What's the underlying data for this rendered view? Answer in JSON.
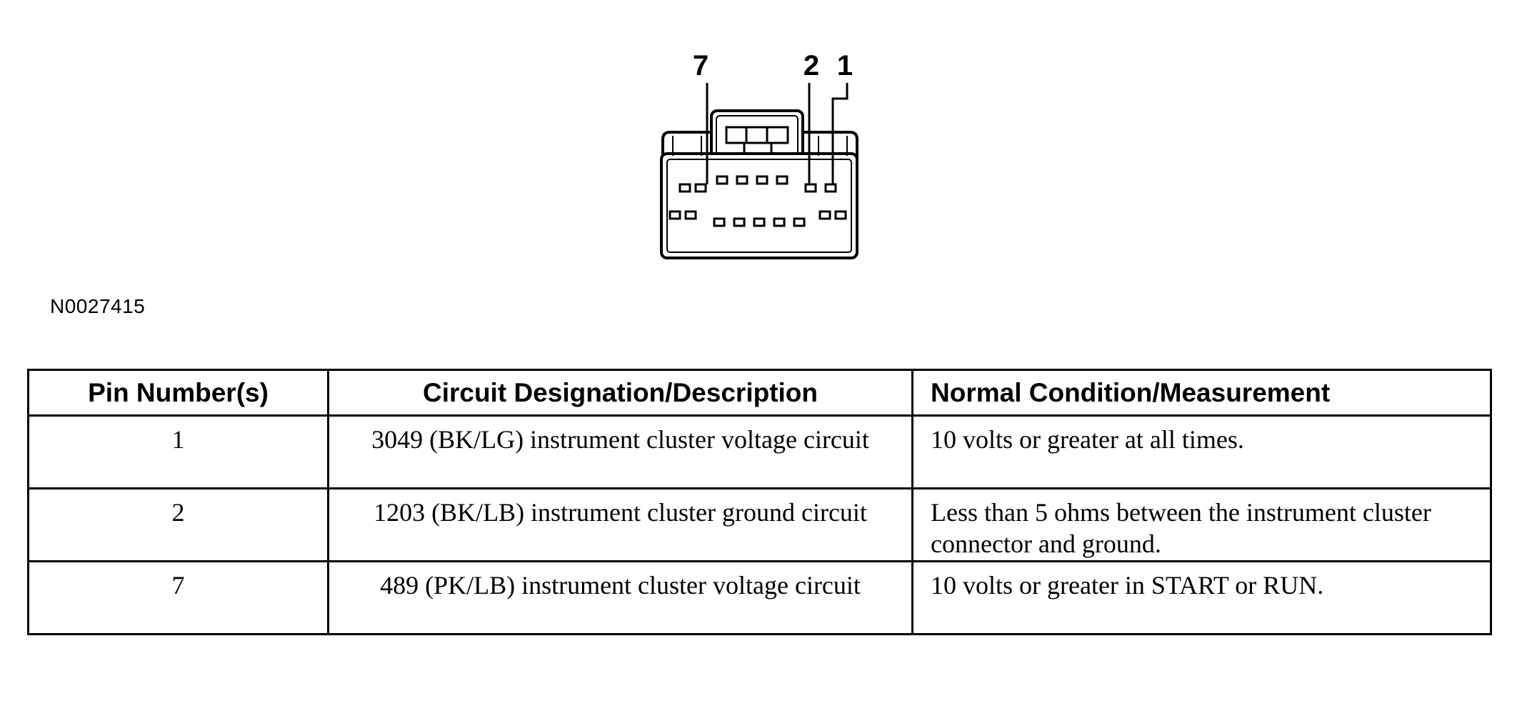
{
  "diagram": {
    "pin_labels": [
      "7",
      "2",
      "1"
    ]
  },
  "figure_id": "N0027415",
  "table": {
    "headers": [
      "Pin Number(s)",
      "Circuit Designation/Description",
      "Normal Condition/Measurement"
    ],
    "rows": [
      {
        "pin": "1",
        "circuit": "3049 (BK/LG) instrument cluster voltage circuit",
        "condition": "10 volts or greater at all times."
      },
      {
        "pin": "2",
        "circuit": "1203 (BK/LB) instrument cluster ground circuit",
        "condition": "Less than 5 ohms between the instrument cluster connector and ground."
      },
      {
        "pin": "7",
        "circuit": "489 (PK/LB) instrument cluster voltage circuit",
        "condition": "10 volts or greater in START or RUN."
      }
    ]
  }
}
